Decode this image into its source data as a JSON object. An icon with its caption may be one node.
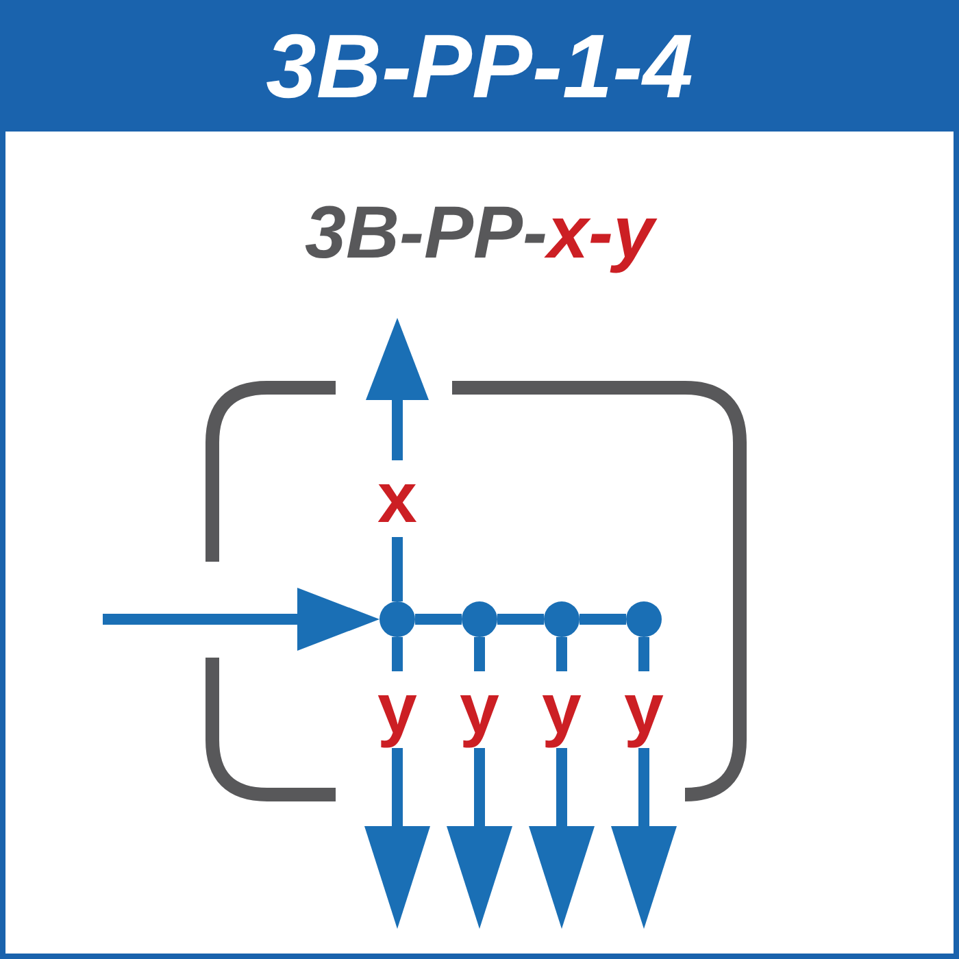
{
  "diagram": {
    "title": "3B-PP-1-4",
    "nodes": [
      {
        "text": [],
        "shape": "box"
      },
      {
        "text": [],
        "shape": "circle",
        "in": 0
      },
      {
        "text": [],
        "shape": "circle",
        "in": 0
      },
      {
        "text": [],
        "shape": "circle",
        "in": 0
      },
      {
        "text": [],
        "shape": "circle",
        "in": 0
      }
    ],
    "edges": [
      {
        "from": null,
        "to": 1,
        "arrow": "to"
      },
      {
        "from": 1,
        "to": null,
        "arrow": "to",
        "label": "x"
      },
      {
        "from": 1,
        "to": 2,
        "arrow": "none"
      },
      {
        "from": 2,
        "to": 3,
        "arrow": "none"
      },
      {
        "from": 3,
        "to": 4,
        "arrow": "none"
      },
      {
        "from": 1,
        "to": null,
        "arrow": "to",
        "label": "y"
      },
      {
        "from": 2,
        "to": null,
        "arrow": "to",
        "label": "y"
      },
      {
        "from": 3,
        "to": null,
        "arrow": "to",
        "label": "y"
      },
      {
        "from": 4,
        "to": null,
        "arrow": "to",
        "label": "y"
      }
    ],
    "labels": [
      "3B-PP-x-y"
    ]
  }
}
